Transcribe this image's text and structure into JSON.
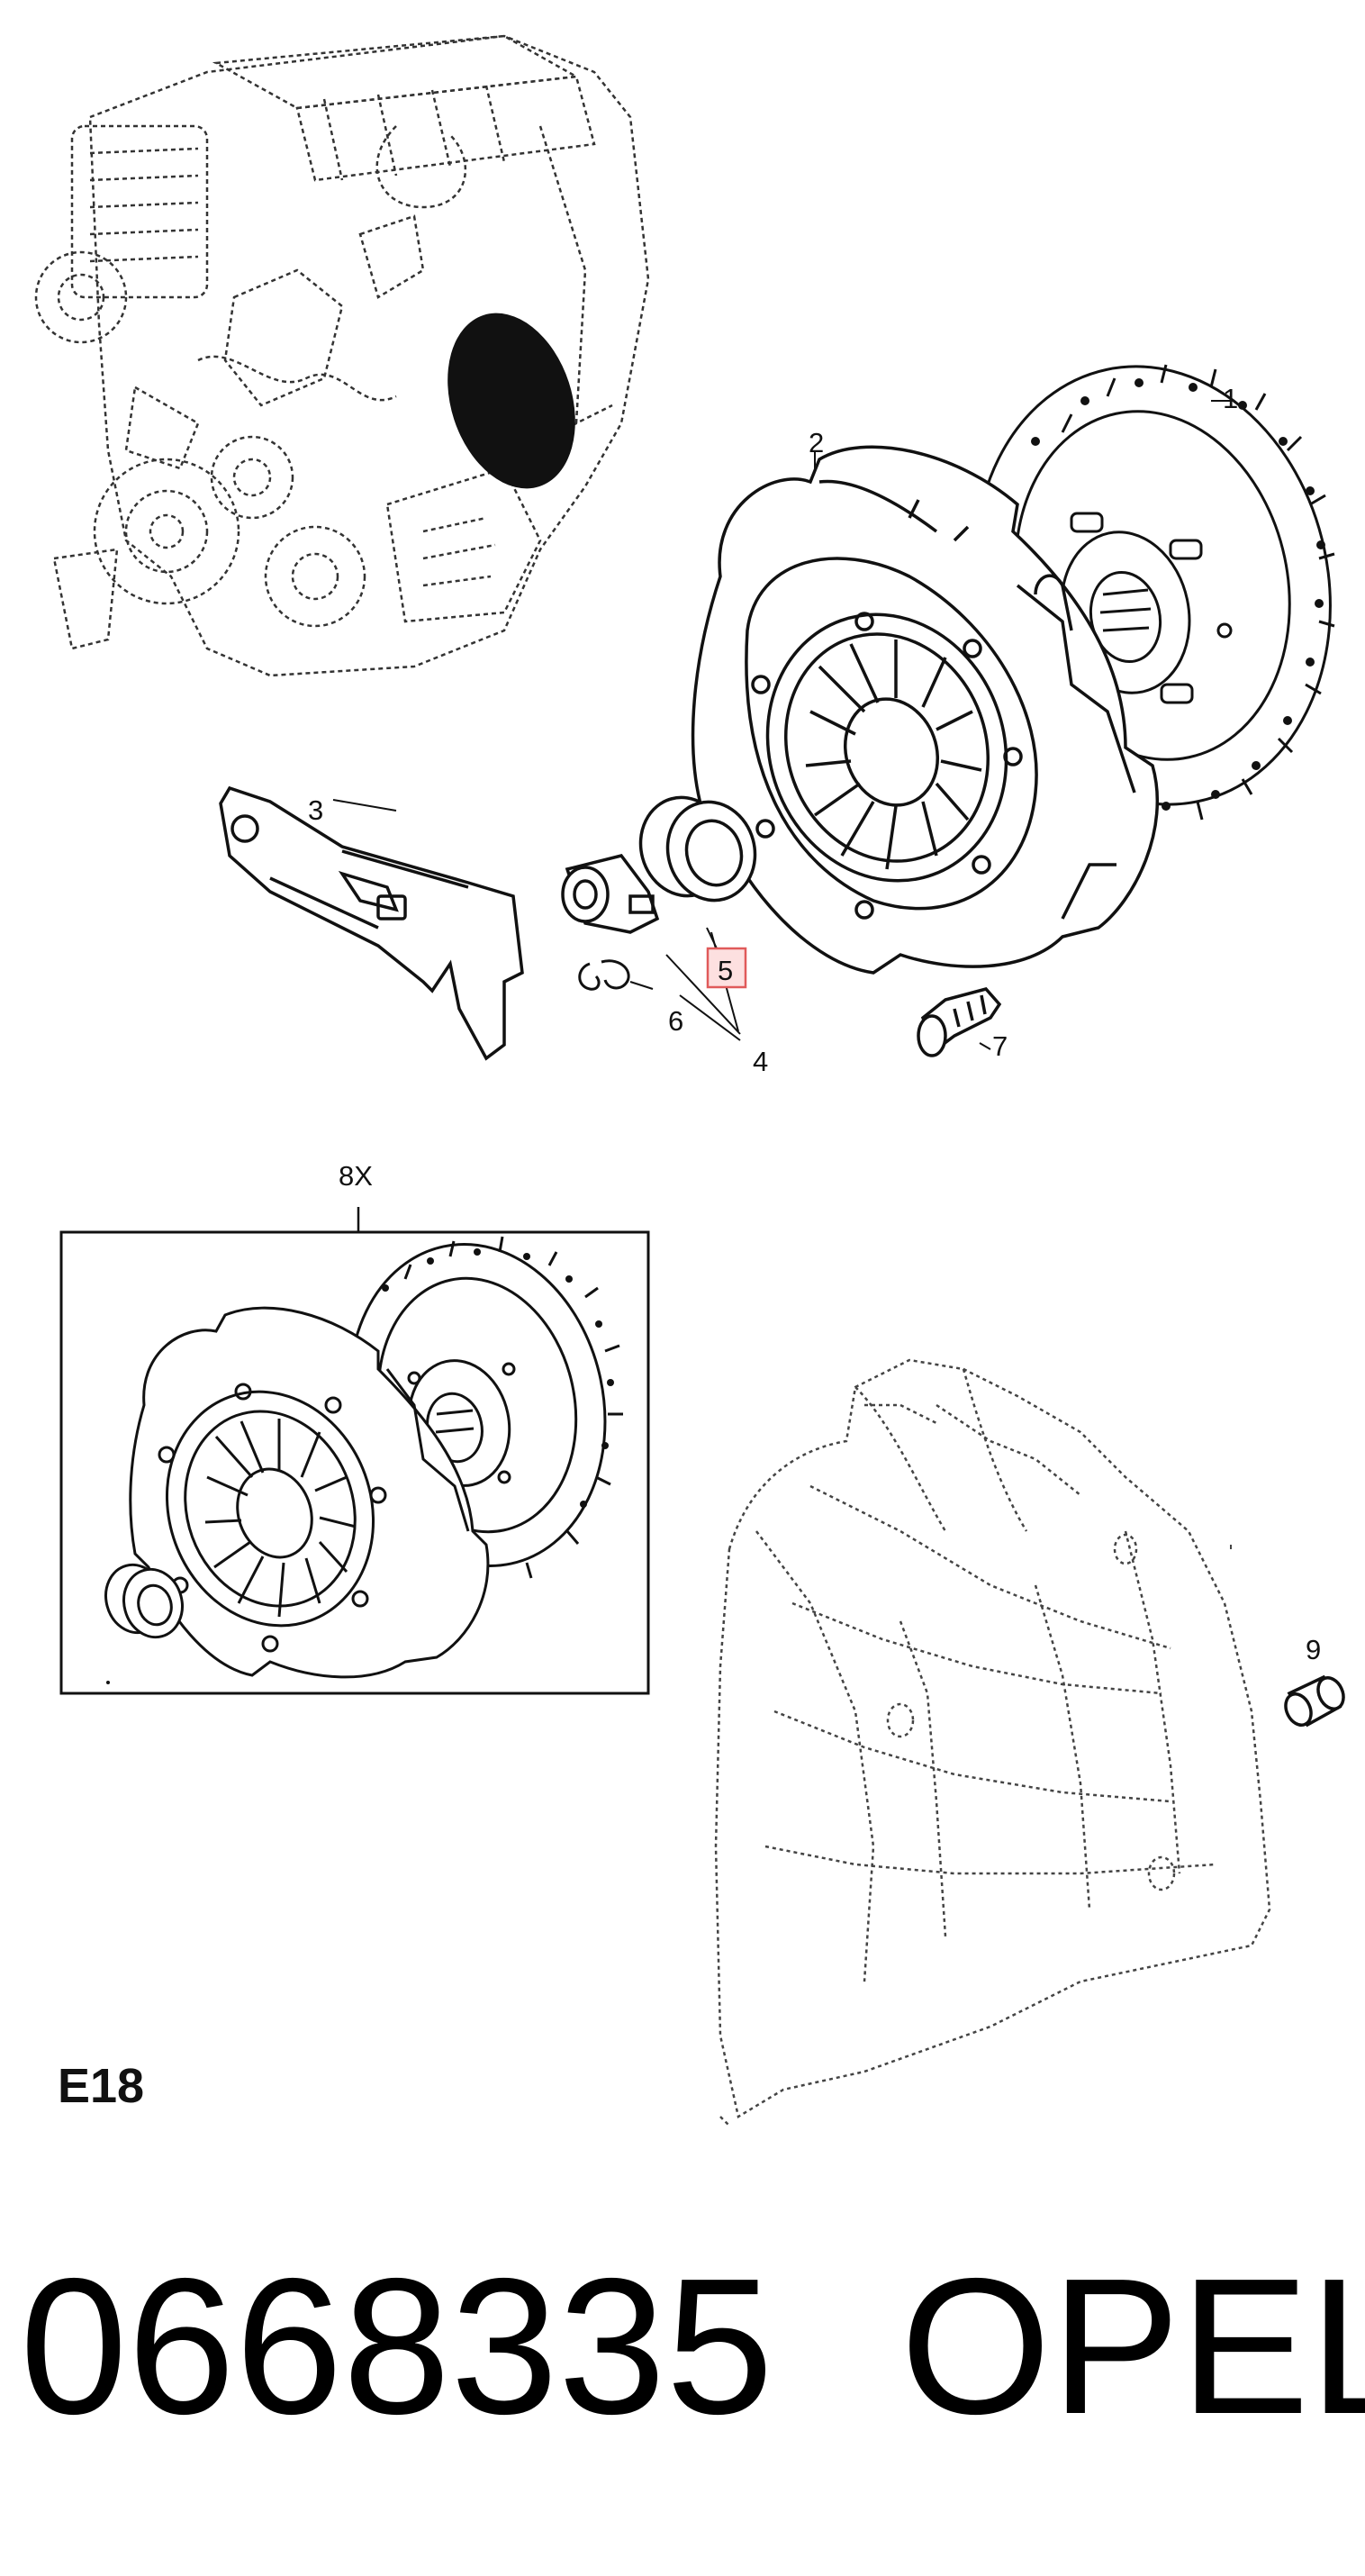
{
  "callouts": {
    "c1": "1",
    "c2": "2",
    "c3": "3",
    "c4": "4",
    "c5": "5",
    "c6": "6",
    "c7": "7",
    "c8": "8X",
    "c9": "9"
  },
  "section_code": "E18",
  "part_number": "0668335",
  "brand": "OPEL",
  "colors": {
    "highlight_fill": "#fde0e0",
    "highlight_stroke": "#e05a5a",
    "line": "#111111"
  }
}
